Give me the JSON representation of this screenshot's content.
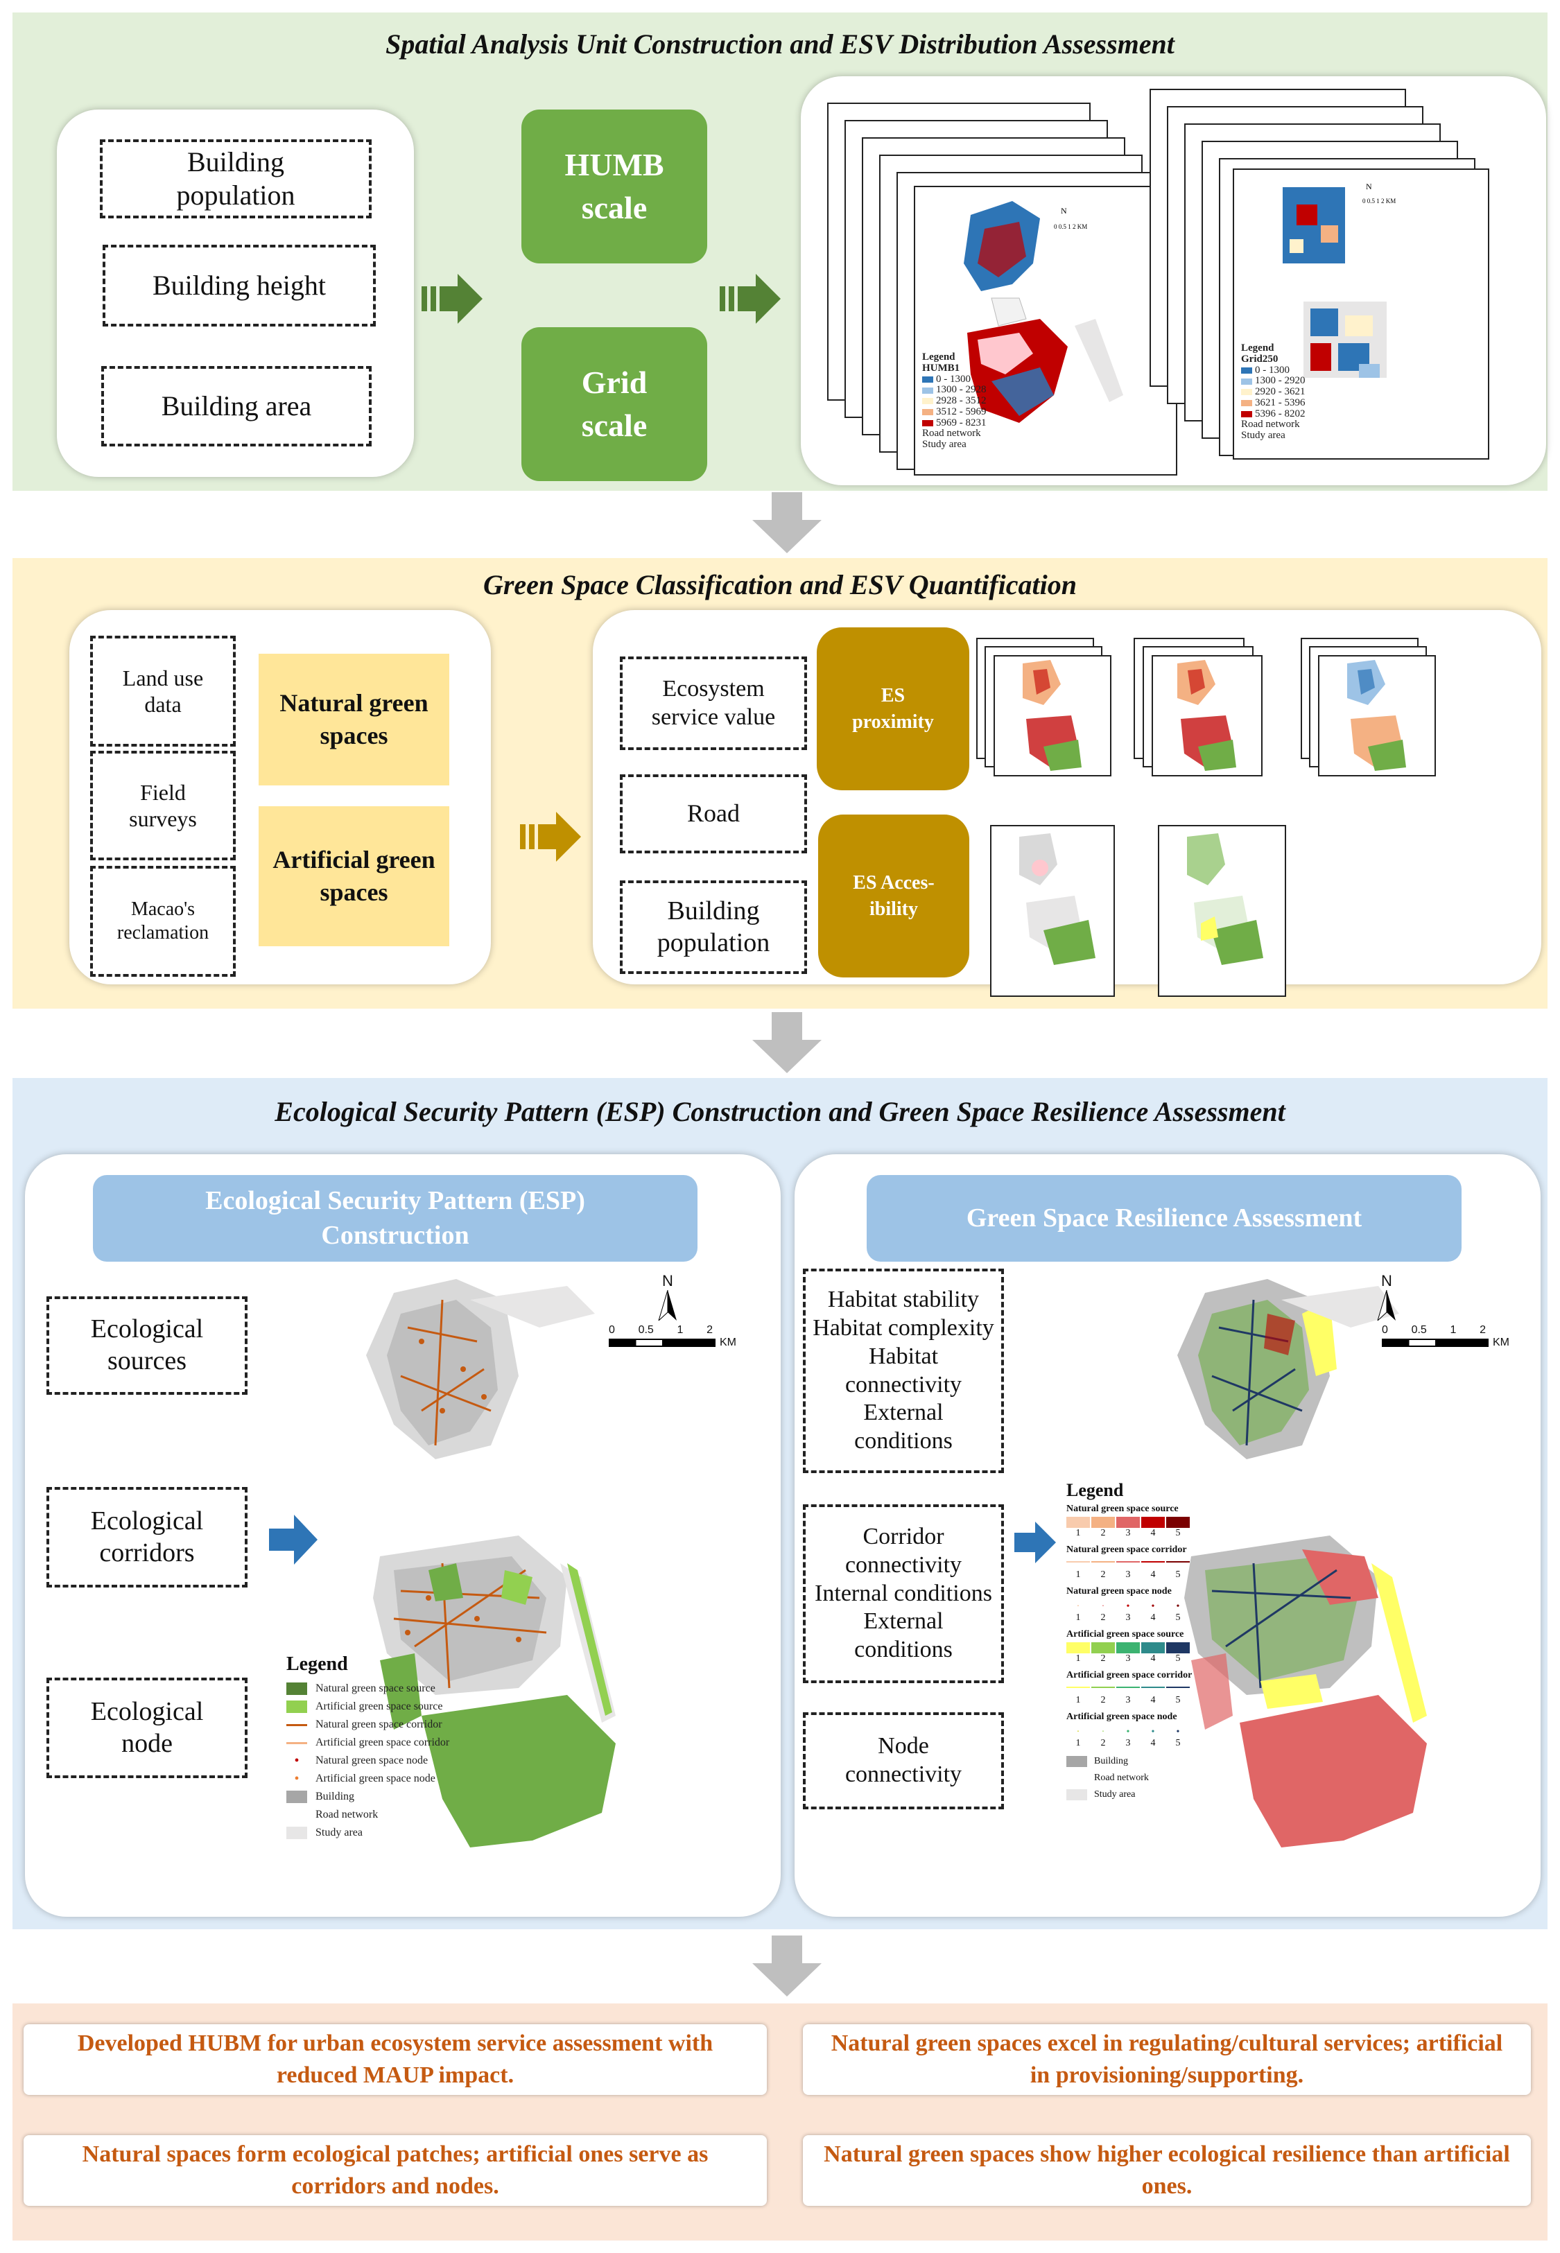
{
  "colors": {
    "panel1": "#e2efd9",
    "panel2": "#fff2cc",
    "panel3": "#deebf7",
    "panel4": "#fbe5d6",
    "green": "#70ad47",
    "gold": "#bf9000",
    "finding": "#c55a11"
  },
  "section1": {
    "title": "Spatial Analysis Unit Construction and ESV Distribution Assessment",
    "inputs": [
      "Building population",
      "Building height",
      "Building area"
    ],
    "scale_humb": "HUMB scale",
    "scale_grid": "Grid scale",
    "map_humb": {
      "legend_title": "Legend",
      "layer": "HUMB1",
      "ranges": [
        "0 - 1300",
        "1300 - 2928",
        "2928 - 3512",
        "3512 - 5969",
        "5969 - 8231"
      ],
      "road": "Road network",
      "study": "Study area"
    },
    "map_grid": {
      "legend_title": "Legend",
      "layer": "Grid250",
      "ranges": [
        "0 - 1300",
        "1300 - 2920",
        "2920 - 3621",
        "3621 - 5396",
        "5396 - 8202"
      ],
      "road": "Road network",
      "study": "Study area"
    }
  },
  "section2": {
    "title": "Green Space Classification and ESV Quantification",
    "inputs": [
      "Land use data",
      "Field surveys",
      "Macao's reclamation"
    ],
    "natural": "Natural green spaces",
    "artificial": "Artificial green spaces",
    "right_inputs": [
      "Ecosystem service value",
      "Road",
      "Building population"
    ],
    "es_proximity": "ES proximity",
    "es_accessibility": "ES Acces-ibility"
  },
  "section3": {
    "title": "Ecological Security Pattern (ESP) Construction and Green Space Resilience Assessment",
    "esp_banner": "Ecological Security Pattern (ESP) Construction",
    "res_banner": "Green Space Resilience Assessment",
    "esp_inputs": [
      "Ecological sources",
      "Ecological corridors",
      "Ecological node"
    ],
    "res_inputs": [
      "Habitat stability Habitat complexity Habitat connectivity External conditions",
      "Corridor connectivity Internal conditions External conditions",
      "Node connectivity"
    ],
    "esp_legend": {
      "title": "Legend",
      "items": [
        "Natural green space source",
        "Artificial green space source",
        "Natural green space corridor",
        "Artificial green space corridor",
        "Natural green space node",
        "Artificial green space node",
        "Building",
        "Road network",
        "Study area"
      ]
    },
    "res_legend": {
      "title": "Legend",
      "groups": [
        "Natural green space source",
        "Natural green space corridor",
        "Natural green space node",
        "Artificial green space source",
        "Artificial green space corridor",
        "Artificial green space node"
      ],
      "classes": [
        "1",
        "2",
        "3",
        "4",
        "5"
      ],
      "tail": [
        "Building",
        "Road network",
        "Study area"
      ]
    },
    "north": "N",
    "scalebar": [
      "0",
      "0.5",
      "1",
      "2",
      "KM"
    ]
  },
  "section4": {
    "findings": [
      "Developed HUBM for urban ecosystem service assessment with reduced MAUP impact.",
      "Natural green spaces excel in regulating/cultural services; artificial in provisioning/supporting.",
      "Natural spaces form ecological patches; artificial ones serve as corridors and nodes.",
      "Natural green spaces show higher ecological resilience than artificial ones."
    ]
  }
}
